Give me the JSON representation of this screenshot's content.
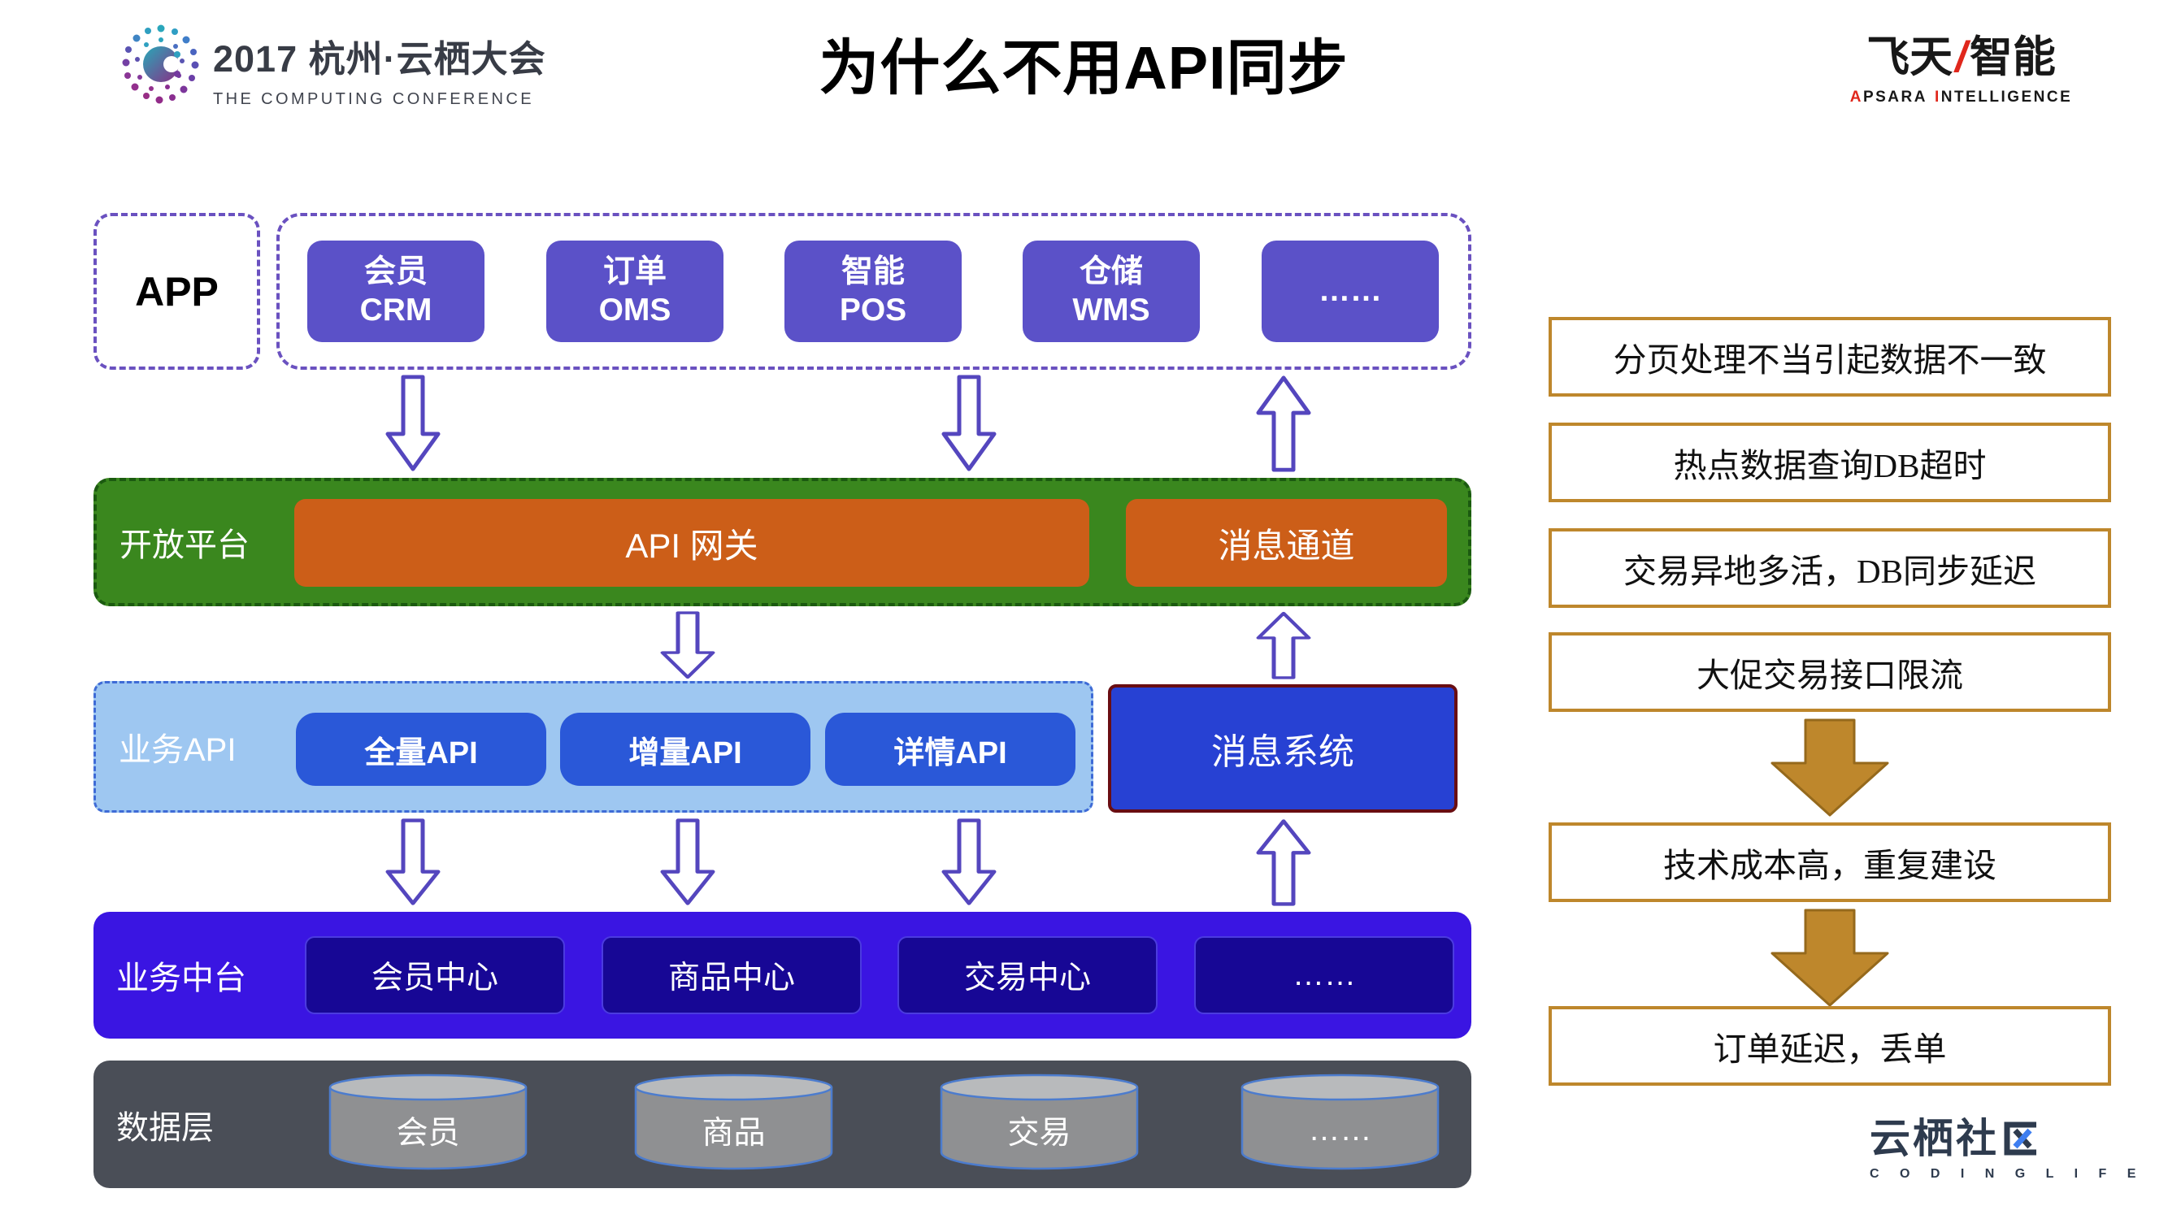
{
  "header": {
    "conference_line1": "2017 杭州·云栖大会",
    "conference_line2": "THE COMPUTING CONFERENCE",
    "title": "为什么不用API同步",
    "brand_cn_1": "飞天",
    "brand_slash": "/",
    "brand_cn_2": "智能",
    "brand_en_a": "A",
    "brand_en_1": "PSARA",
    "brand_en_i": "I",
    "brand_en_2": "NTELLIGENCE"
  },
  "diagram": {
    "app_row": {
      "label": "APP",
      "apps": [
        {
          "line1": "会员",
          "line2": "CRM"
        },
        {
          "line1": "订单",
          "line2": "OMS"
        },
        {
          "line1": "智能",
          "line2": "POS"
        },
        {
          "line1": "仓储",
          "line2": "WMS"
        },
        {
          "line1": "……",
          "line2": ""
        }
      ]
    },
    "open_platform": {
      "label": "开放平台",
      "gateway": "API 网关",
      "channel": "消息通道"
    },
    "business_api": {
      "label": "业务API",
      "apis": [
        "全量API",
        "增量API",
        "详情API"
      ],
      "message_system": "消息系统"
    },
    "business_middle": {
      "label": "业务中台",
      "centers": [
        "会员中心",
        "商品中心",
        "交易中心",
        "……"
      ]
    },
    "data_layer": {
      "label": "数据层",
      "databases": [
        "会员",
        "商品",
        "交易",
        "……"
      ]
    }
  },
  "issues": {
    "list": [
      "分页处理不当引起数据不一致",
      "热点数据查询DB超时",
      "交易异地多活，DB同步延迟",
      "大促交易接口限流"
    ],
    "cost": "技术成本高，重复建设",
    "result": "订单延迟，丢单"
  },
  "footer": {
    "community_prefix": "云栖社",
    "tagline": "C O D I N G   L I F E"
  },
  "colors": {
    "app_purple": "#5b51c8",
    "dashed_purple": "#6a51c0",
    "platform_green": "#3a871e",
    "gateway_orange": "#cc5e18",
    "api_light_blue": "#9ec7f1",
    "api_blue": "#2a58d8",
    "message_blue": "#2741d3",
    "message_border": "#690d12",
    "middle_blue": "#3a15e2",
    "middle_navy": "#170795",
    "data_gray": "#4a4e57",
    "issue_border": "#be872c",
    "arrow_purple": "#5446be",
    "gold_arrow": "#be872c",
    "brand_red": "#e0271c"
  }
}
